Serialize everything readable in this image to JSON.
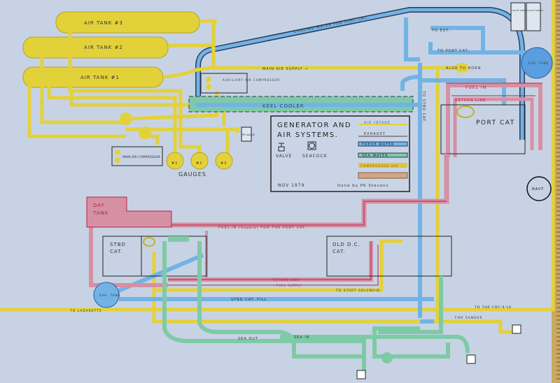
{
  "colors": {
    "background": "#c7d3e4",
    "air": "#e3d13a",
    "exhaust": "#c7d3e4",
    "fresh_water": "#72b3e6",
    "sea_water": "#7fcaa6",
    "fuel": "#d690a4",
    "fuel_line": "#b82040"
  },
  "legend": {
    "title_1": "GENERATOR AND",
    "title_2": "AIR SYSTEMS.",
    "valve": "VALVE",
    "seacock": "SEACOCK",
    "air_intake": "AIR INTAKE",
    "exhaust": "EXHAUST",
    "fresh_water": "FRESH WATER",
    "sea_water": "SEA WATER",
    "compressed_air": "COMPRESSED AIR",
    "date": "NOV 1979",
    "author": "Done by PK Stevens"
  },
  "labels": {
    "air_tank_3": "AIR TANK #3",
    "air_tank_2": "AIR TANK #2",
    "air_tank_1": "AIR TANK #1",
    "aux_compressor": "AUXILIARY AIR COMPRESSOR",
    "main_compressor": "MAIN AIR COMPRESSOR",
    "gauges": "GAUGES",
    "gauge_1": "#1",
    "gauge_2": "#2",
    "gauge_3": "#3",
    "main_air_supply": "MAIN AIR SUPPLY →",
    "cooling_water": "COOLING WATER FOR PORT CAT.",
    "keel_cooler": "KEEL COOLER",
    "to_ext": "TO EXT.",
    "to_port_cat": "TO PORT CAT.",
    "also_to_horn": "ALSO TO HORN",
    "exp_tank": "EXP. TANK",
    "top_off_tank_2": "TOP OFF TANK #2",
    "top_off_tank_1": "TOP OFF TANK #1",
    "fuel_in": "FUEL IN",
    "return_line": "RETURN LINE",
    "port_cat": "PORT CAT",
    "to_stbd_cat": "TO STBD CAT.",
    "day_tank_1": "DAY",
    "day_tank_2": "TANK",
    "fuel_in_supply": "FUEL IN (Supply) FOR THE PORT CAT.",
    "stbd_cat_1": "STBD",
    "stbd_cat_2": "CAT.",
    "old_dc_cat_1": "OLD D.C.",
    "old_dc_cat_2": "CAT.",
    "return_line_lower": "RETURN LINE",
    "fuel_supply": "FUEL SUPPLY",
    "exh_tank": "EXH. TANK",
    "stbd_cat_fill": "STBD CAT. FILL",
    "to_start_solenoid": "TO START SOLENOID",
    "to_lazarette": "TO LAZARETTE",
    "to_the_focsle": "TO THE FOC'S'LE",
    "for_sander": "FOR SANDER",
    "sea_out": "SEA OUT",
    "sea_in": "SEA IN",
    "pe_gauge": "PE GAUGE",
    "circle_label": "NAVT"
  }
}
